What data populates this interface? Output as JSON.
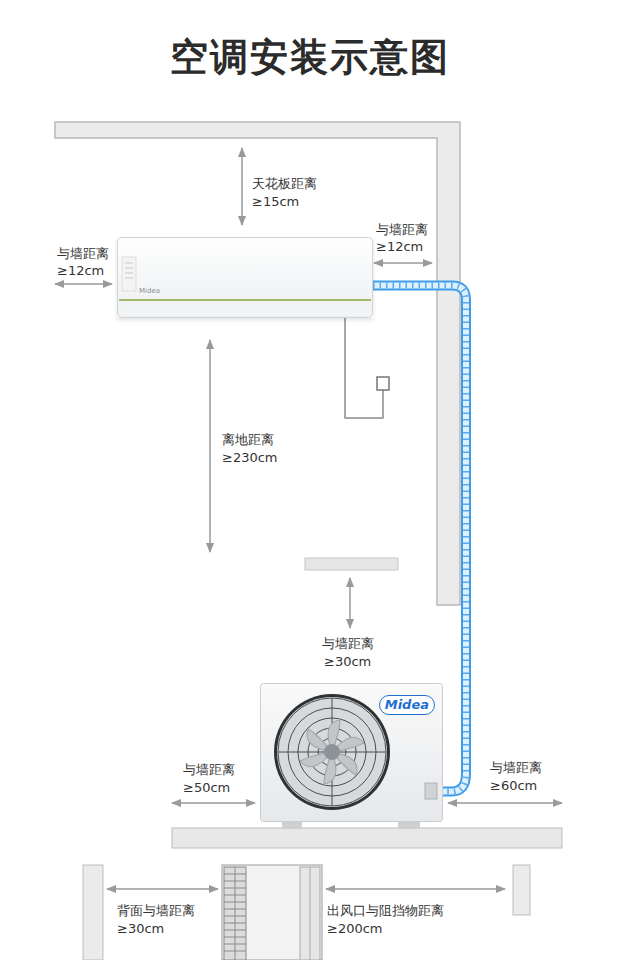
{
  "diagram": {
    "title": "空调安装示意图",
    "nodes": [
      {
        "text": [
          "Midea"
        ]
      },
      {
        "text": [
          "Midea"
        ]
      }
    ],
    "edges": [
      {
        "from": 0,
        "to": 1,
        "arrow": "none"
      }
    ],
    "labels": [
      "天花板距离",
      "≥15cm",
      "与墙距离",
      "≥12cm",
      "与墙距离",
      "≥12cm",
      "离地距离",
      "≥230cm",
      "与墙距离",
      "≥30cm",
      "与墙距离",
      "≥50cm",
      "与墙距离",
      "≥60cm",
      "背面与墙距离",
      "≥30cm",
      "出风口与阻挡物距离",
      "≥200cm"
    ]
  }
}
